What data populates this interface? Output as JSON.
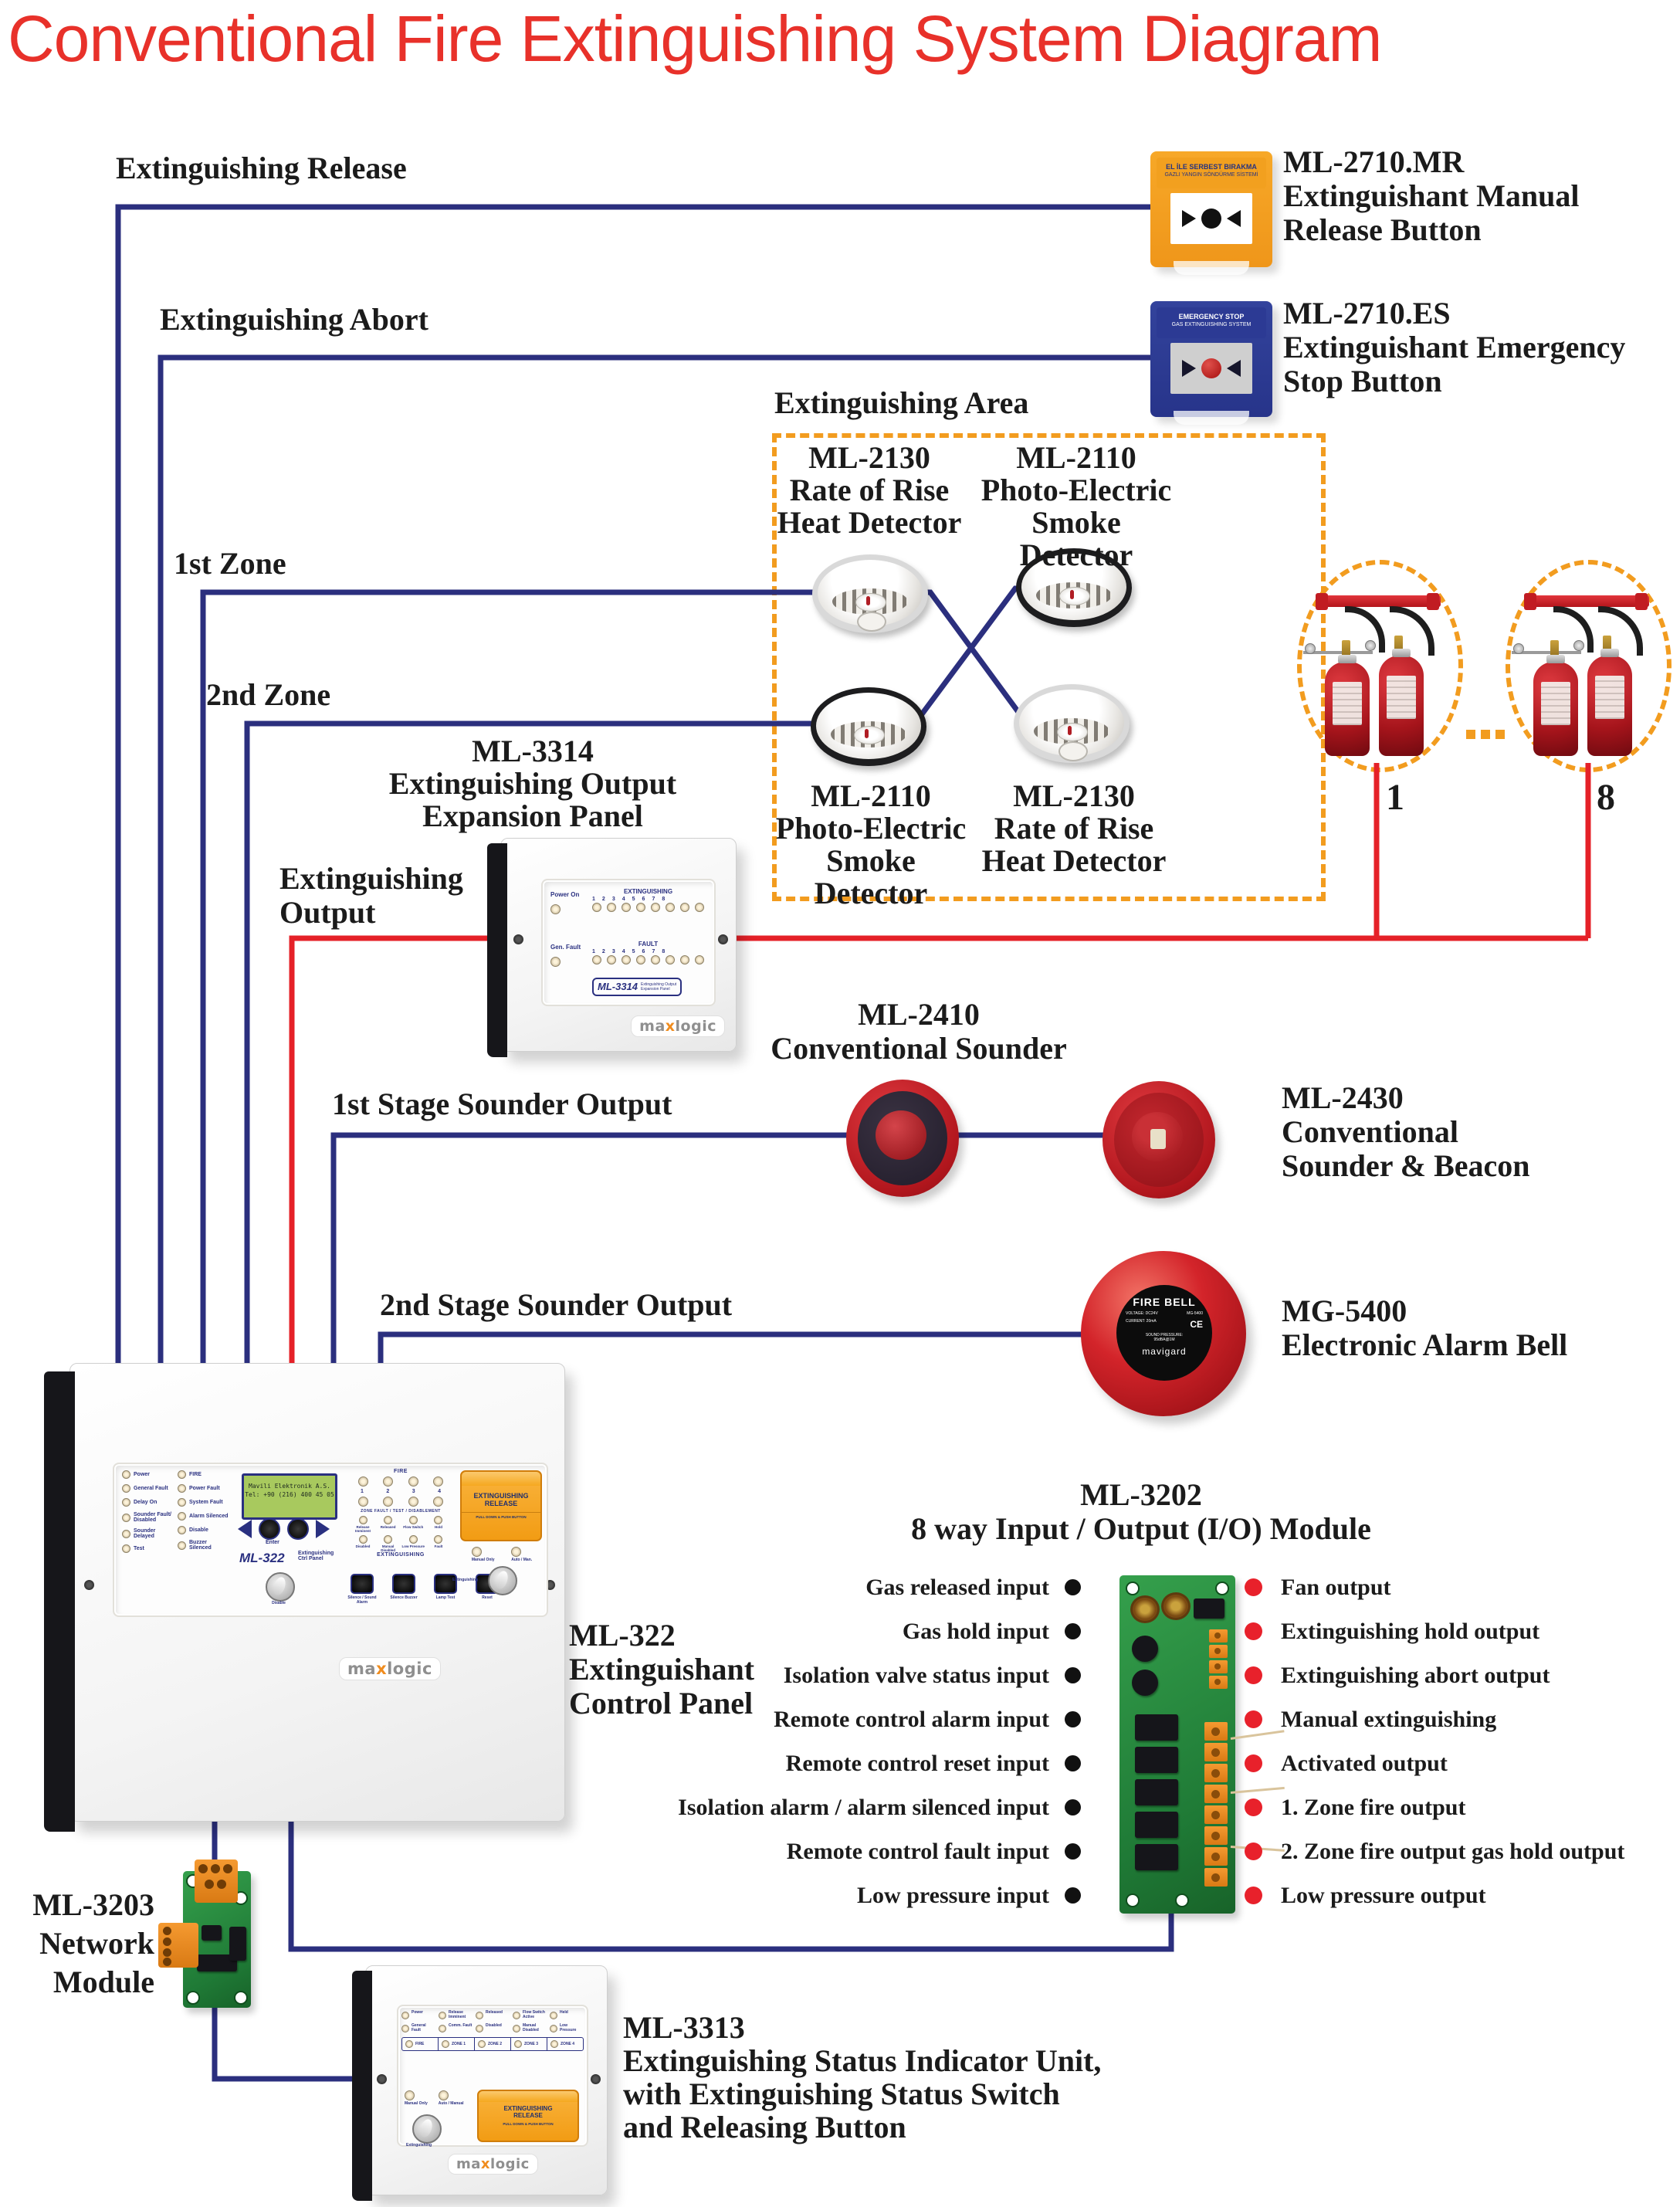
{
  "title": "Conventional Fire Extinguishing System Diagram",
  "colors": {
    "title_red": "#e8312a",
    "wire_navy": "#2b2f7e",
    "wire_red": "#e52128",
    "area_orange": "#f29c1f"
  },
  "wire_labels": {
    "release": "Extinguishing Release",
    "abort": "Extinguishing Abort",
    "zone1": "1st Zone",
    "zone2": "2nd Zone",
    "area": "Extinguishing Area",
    "ext_output1": "Extinguishing",
    "ext_output2": "Output",
    "stage1": "1st Stage Sounder Output",
    "stage2": "2nd Stage Sounder Output"
  },
  "cylinders": {
    "first": "1",
    "last": "8"
  },
  "manual_release": {
    "code": "ML-2710.MR",
    "desc1": "Extinguishant Manual",
    "desc2": "Release Button",
    "strip1": "EL İLE SERBEST BIRAKMA",
    "strip2": "GAZLI YANGIN SÖNDÜRME SİSTEMİ"
  },
  "emergency_stop": {
    "code": "ML-2710.ES",
    "desc1": "Extinguishant Emergency",
    "desc2": "Stop Button",
    "strip1": "EMERGENCY STOP",
    "strip2": "GAS EXTINGUISHING SYSTEM"
  },
  "detectors": {
    "tl": {
      "code": "ML-2130",
      "line1": "Rate of Rise",
      "line2": "Heat Detector"
    },
    "tr": {
      "code": "ML-2110",
      "line1": "Photo-Electric",
      "line2": "Smoke Detector"
    },
    "bl": {
      "code": "ML-2110",
      "line1": "Photo-Electric",
      "line2": "Smoke Detector"
    },
    "br": {
      "code": "ML-2130",
      "line1": "Rate of Rise",
      "line2": "Heat Detector"
    }
  },
  "ml3314": {
    "code": "ML-3314",
    "desc1": "Extinguishing Output",
    "desc2": "Expansion Panel",
    "power_on": "Power On",
    "gen_fault": "Gen. Fault",
    "ext_header": "EXTINGUISHING",
    "fault_header": "FAULT",
    "channels": [
      "1",
      "2",
      "3",
      "4",
      "5",
      "6",
      "7",
      "8"
    ],
    "model": "ML-3314",
    "model_desc1": "Extinguishing Output",
    "model_desc2": "Expansion Panel",
    "brand_pre": "ma",
    "brand_x": "x",
    "brand_post": "logic"
  },
  "ml2410": {
    "code": "ML-2410",
    "desc": "Conventional Sounder"
  },
  "ml2430": {
    "code": "ML-2430",
    "desc1": "Conventional",
    "desc2": "Sounder & Beacon"
  },
  "mg5400": {
    "code": "MG-5400",
    "desc": "Electronic Alarm Bell",
    "bell_title": "FIRE BELL",
    "voltage": "VOLTAGE: DC24V",
    "model": "MG-5400",
    "current": "CURRENT: 20mA",
    "ce": "CE",
    "sound1": "SOUND PRESSURE:",
    "sound2": "95dBA@1M",
    "brand": "mavigard"
  },
  "ml322": {
    "code": "ML-322",
    "desc1": "Extinguishant",
    "desc2": "Control Panel",
    "led_col1": [
      "Power",
      "General Fault",
      "Delay On",
      "Sounder Fault/ Disabled",
      "Sounder Delayed",
      "Test"
    ],
    "led_col2": [
      "FIRE",
      "Power Fault",
      "System Fault",
      "Alarm Silenced",
      "Disable",
      "Buzzer Silenced"
    ],
    "lcd1": "Mavili Elektronik A.S.",
    "lcd2": "Tel: +90 (216) 400 45 05",
    "enter": "Enter",
    "model": "ML-322",
    "panel_name1": "Extinguishing",
    "panel_name2": "Ctrl Panel",
    "fire_header": "FIRE",
    "zones": [
      "1",
      "2",
      "3",
      "4"
    ],
    "zone_fault": "ZONE FAULT / TEST / DISABLEMENT",
    "ext_header": "EXTINGUISHING",
    "ext_row1": [
      "Release Imminent",
      "Released",
      "Flow Switch",
      "Hold"
    ],
    "ext_row2": [
      "Disabled",
      "Manual Disabled",
      "Low Pressure",
      "Fault"
    ],
    "buttons": [
      "Silence / Sound Alarm",
      "Silence Buzzer",
      "Lamp Test",
      "Reset"
    ],
    "flap1": "EXTINGUISHING",
    "flap2": "RELEASE",
    "flap3": "PULL DOWN & PUSH BUTTON",
    "manual_only": "Manual Only",
    "auto_manual": "Auto / Man.",
    "disable": "Disable",
    "ext_key": "Extinguishing",
    "brand_pre": "ma",
    "brand_x": "x",
    "brand_post": "logic"
  },
  "ml3202": {
    "code": "ML-3202",
    "desc": "8 way Input / Output (I/O) Module",
    "inputs": [
      "Gas released input",
      "Gas hold input",
      "Isolation valve status input",
      "Remote control alarm input",
      "Remote control reset input",
      "Isolation alarm / alarm silenced input",
      "Remote control fault input",
      "Low pressure input"
    ],
    "outputs": [
      "Fan output",
      "Extinguishing hold output",
      "Extinguishing abort output",
      "Manual extinguishing",
      "Activated output",
      "1. Zone fire output",
      "2. Zone fire output gas hold output",
      "Low pressure output"
    ]
  },
  "ml3203": {
    "code": "ML-3203",
    "desc1": "Network",
    "desc2": "Module"
  },
  "ml3313": {
    "code": "ML-3313",
    "desc1": "Extinguishing Status Indicator Unit,",
    "desc2": "with Extinguishing Status Switch",
    "desc3": "and Releasing Button",
    "row1": [
      "Power",
      "Release Imminent",
      "Released",
      "Flow Switch Active",
      "Held"
    ],
    "row2": [
      "General Fault",
      "Comm. Fault",
      "Disabled",
      "Manual Disabled",
      "Low Pressure"
    ],
    "row3": [
      "FIRE",
      "ZONE 1",
      "ZONE 2",
      "ZONE 3",
      "ZONE 4"
    ],
    "manual_only": "Manual Only",
    "auto_manual": "Auto / Manual",
    "flap1": "EXTINGUISHING",
    "flap2": "RELEASE",
    "flap3": "PULL DOWN & PUSH BUTTON",
    "ext_key": "Extinguishing",
    "brand_pre": "ma",
    "brand_x": "x",
    "brand_post": "logic"
  }
}
